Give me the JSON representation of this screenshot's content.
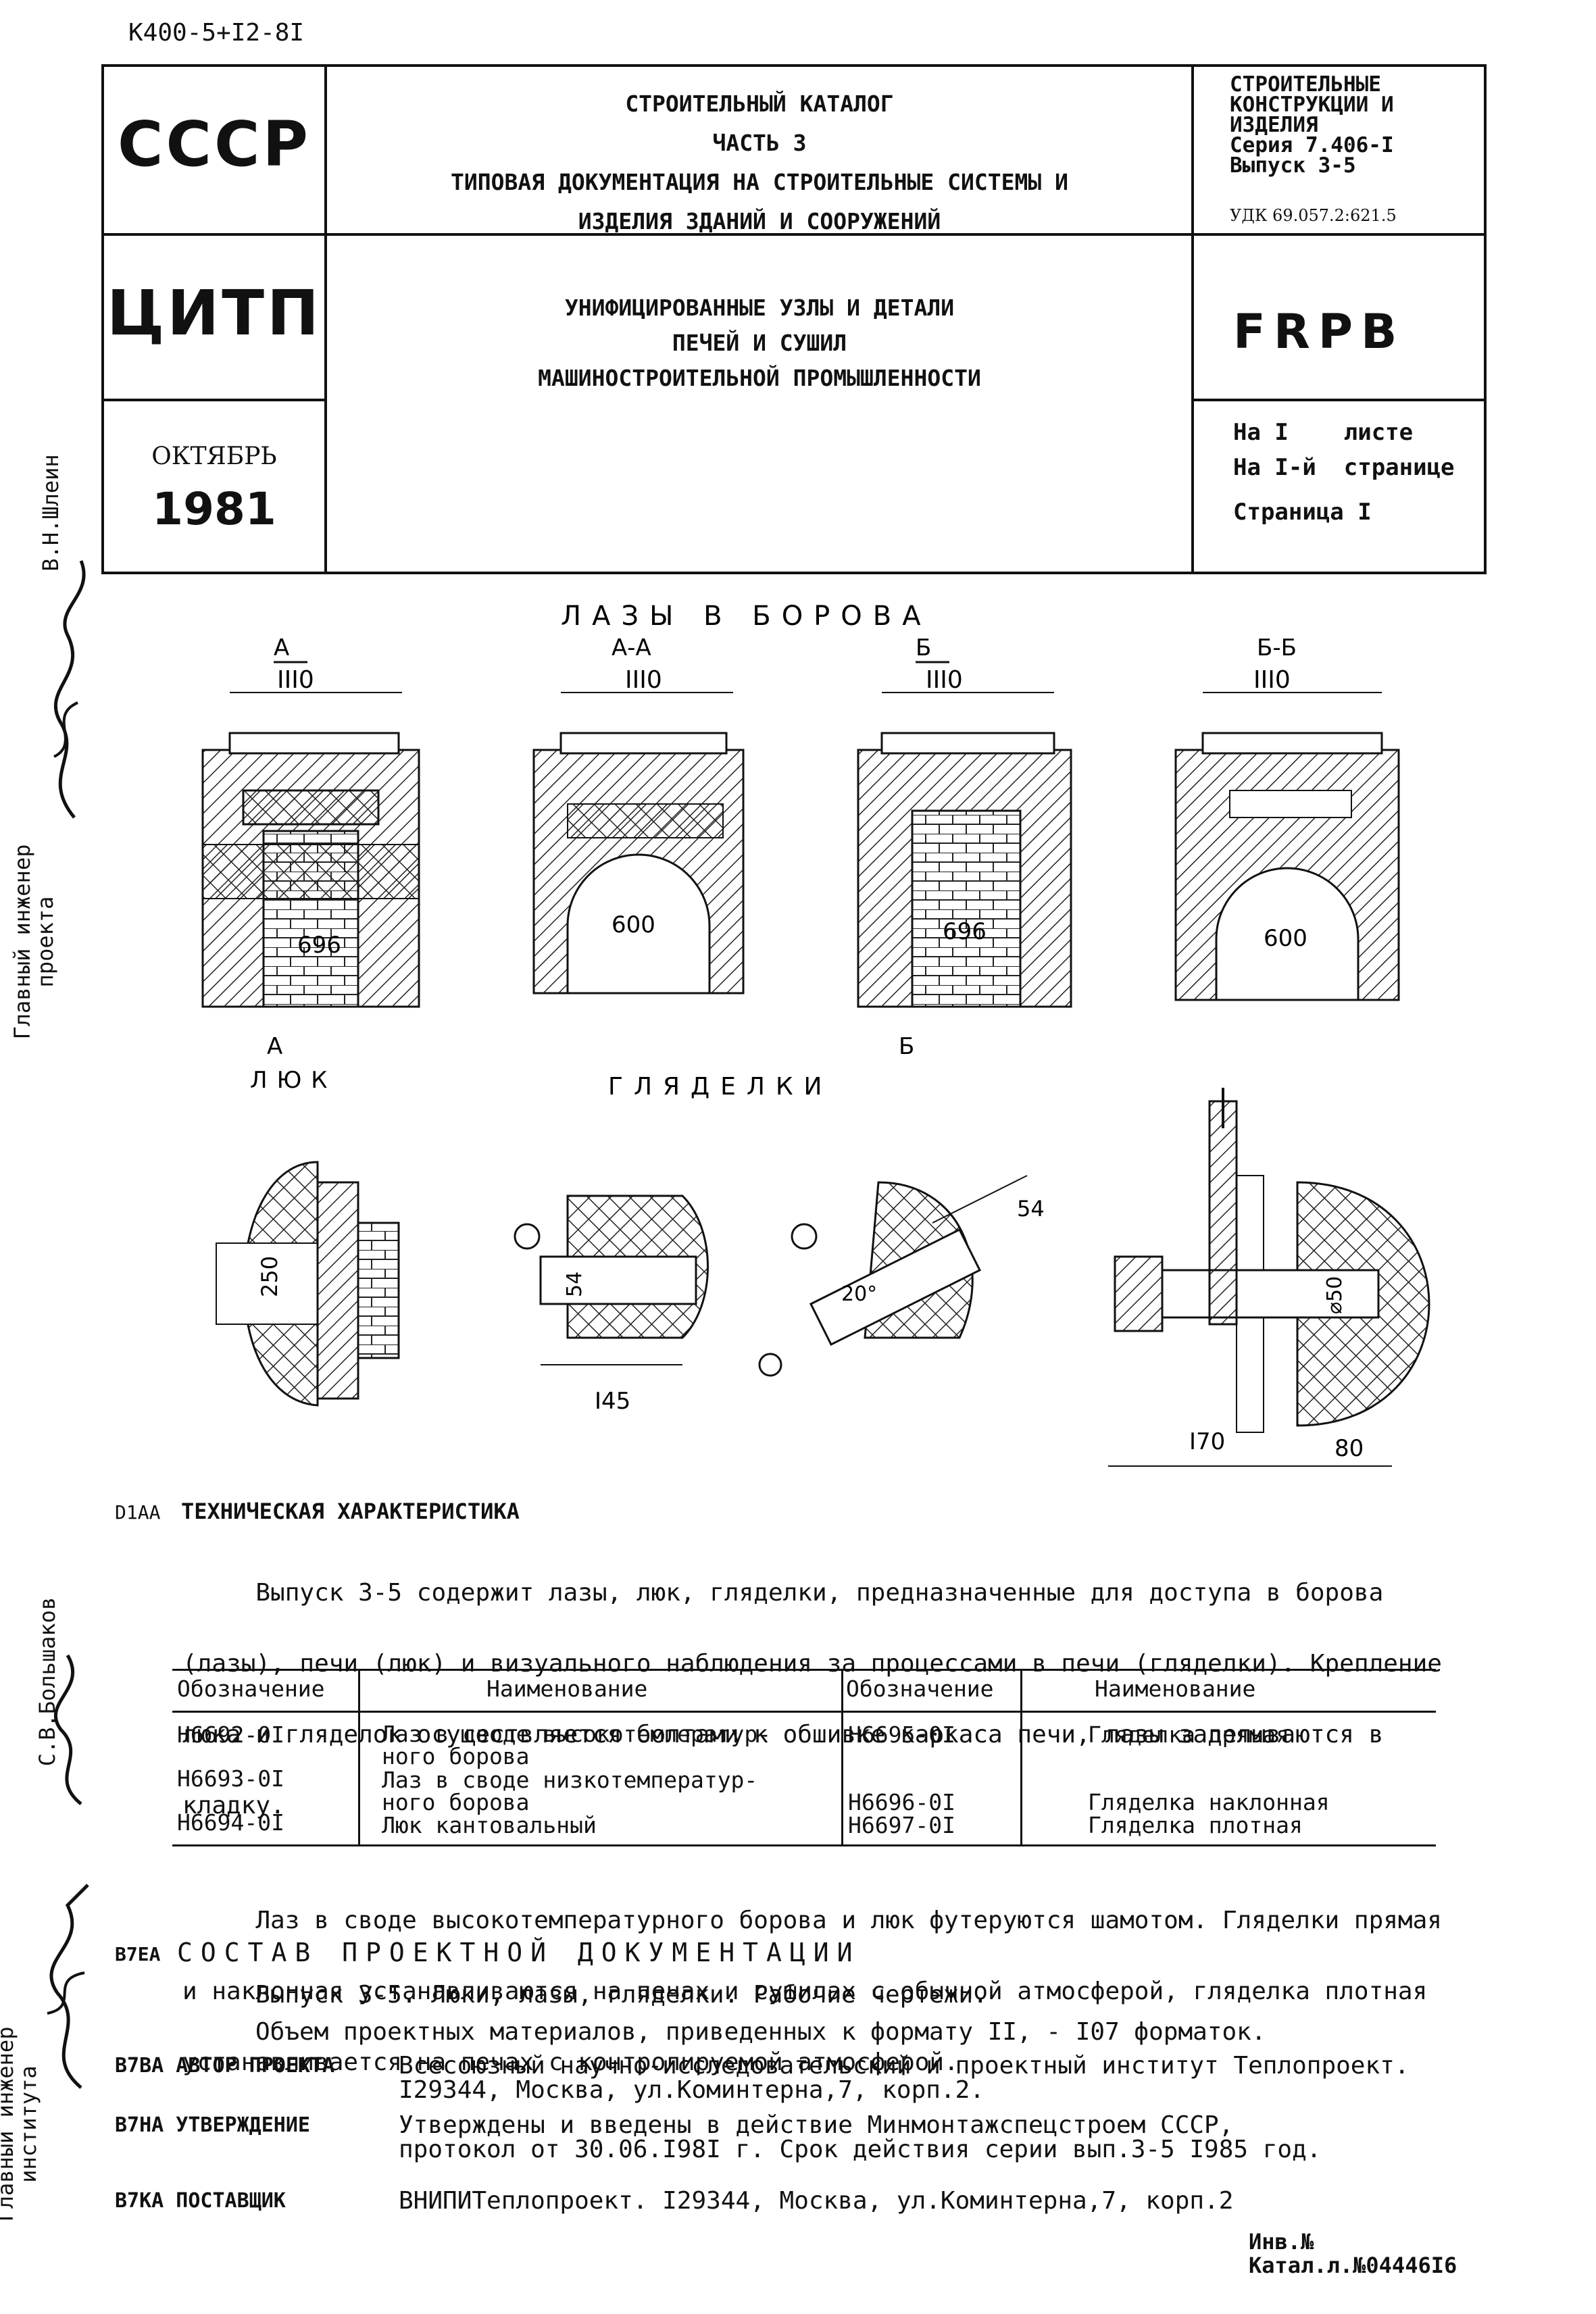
{
  "doc_code": "К400-5+I2-8I",
  "header": {
    "country": "СССР",
    "org": "ЦИТП",
    "month": "ОКТЯБРЬ",
    "year": "1981",
    "catalog_lines": [
      "СТРОИТЕЛЬНЫЙ КАТАЛОГ",
      "ЧАСТЬ 3",
      "ТИПОВАЯ ДОКУМЕНТАЦИЯ НА СТРОИТЕЛЬНЫЕ СИСТЕМЫ И",
      "ИЗДЕЛИЯ ЗДАНИЙ И СООРУЖЕНИЙ"
    ],
    "title_lines": [
      "УНИФИЦИРОВАННЫЕ УЗЛЫ И ДЕТАЛИ",
      "ПЕЧЕЙ И СУШИЛ",
      "МАШИНОСТРОИТЕЛЬНОЙ ПРОМЫШЛЕННОСТИ"
    ],
    "series_lines": [
      "СТРОИТЕЛЬНЫЕ",
      "КОНСТРУКЦИИ И",
      "ИЗДЕЛИЯ",
      "Серия 7.406-I",
      "Выпуск 3-5"
    ],
    "udk": "УДК 69.057.2:621.5",
    "code": "FRPB",
    "sheet": "На I    листе",
    "page_of": "На I-й  странице",
    "page": "Страница I"
  },
  "side_labels": {
    "chief_engineer_project": "Главный инженер проекта",
    "name1": "В.Н.Шлеин",
    "name2": "С.В.Большаков",
    "chief_engineer_institute": "Главный инженер института"
  },
  "drawings": {
    "section_title": "ЛАЗЫ В БОРОВА",
    "views": [
      {
        "tag": "А",
        "label": "",
        "width": "III0",
        "opening": "696"
      },
      {
        "tag": "",
        "label": "А-А",
        "width": "III0",
        "opening": "600"
      },
      {
        "tag": "Б",
        "label": "",
        "width": "III0",
        "opening": "696"
      },
      {
        "tag": "",
        "label": "Б-Б",
        "width": "III0",
        "opening": "600"
      }
    ],
    "hatch_title": "ЛЮК",
    "peep_title": "ГЛЯДЕЛКИ",
    "dims": {
      "hatch_h": "250",
      "peep1_h": "54",
      "peep1_w": "I45",
      "peep2_d": "54",
      "peep2_angle": "20°",
      "peep3_d": "⌀50",
      "peep3_w": "I70",
      "peep3_w2": "80"
    }
  },
  "tech": {
    "label": "D1AA",
    "title": "ТЕХНИЧЕСКАЯ ХАРАКТЕРИСТИКА",
    "para1": [
      "     Выпуск 3-5 содержит лазы, люк, гляделки, предназначенные для доступа в борова",
      "(лазы), печи (люк) и визуального наблюдения за процессами в печи (гляделки). Крепление",
      "люка и гляделок осуществляется болтами к обшивке каркаса печи, лазы заделываются в",
      "кладку."
    ],
    "table_headers": [
      "Обозначение",
      "Наименование",
      "Обозначение",
      "Наименование"
    ],
    "rows": [
      {
        "code1": "Н6692-0I",
        "name1": "Лаз в своде высокотемператур-\nного борова",
        "code2": "Н6695-0I",
        "name2": "Гляделка прямая"
      },
      {
        "code1": "Н6693-0I",
        "name1": "Лаз в своде низкотемператур-\nного борова",
        "code2": "Н6696-0I",
        "name2": "Гляделка наклонная"
      },
      {
        "code1": "Н6694-0I",
        "name1": "Люк кантовальный",
        "code2": "Н6697-0I",
        "name2": "Гляделка плотная"
      }
    ],
    "para2": [
      "     Лаз в своде высокотемпературного борова и люк футеруются шамотом. Гляделки прямая",
      "и наклонная устанавливаются на печах и сушилах с обычной атмосферой, гляделка плотная",
      "устанавливается на печах с контролируемой атмосферой."
    ]
  },
  "composition": {
    "label": "В7ЕА",
    "title": "СОСТАВ ПРОЕКТНОЙ ДОКУМЕНТАЦИИ",
    "line1": "Выпуск 3-5. Люки, лазы, гляделки. Рабочие чертежи.",
    "line2": "Объем проектных материалов, приведенных к формату II, - I07 форматок."
  },
  "author": {
    "label": "В7ВА АВТОР ПРОЕКТА",
    "text": "Всесоюзный научно-исследовательский и проектный институт Теплопроект.\nI29344, Москва, ул.Коминтерна,7, корп.2."
  },
  "approval": {
    "label": "В7НА УТВЕРЖДЕНИЕ",
    "text": "Утверждены и введены в действие Минмонтажспецстроем СССР,\nпротокол от 30.06.I98I г. Срок действия серии вып.3-5 I985 год."
  },
  "supplier": {
    "label": "В7КА ПОСТАВЩИК",
    "text": "ВНИПИТеплопроект. I29344, Москва, ул.Коминтерна,7, корп.2"
  },
  "footer": {
    "inv": "Инв.№",
    "catalog": "Катал.л.№04446I6"
  }
}
